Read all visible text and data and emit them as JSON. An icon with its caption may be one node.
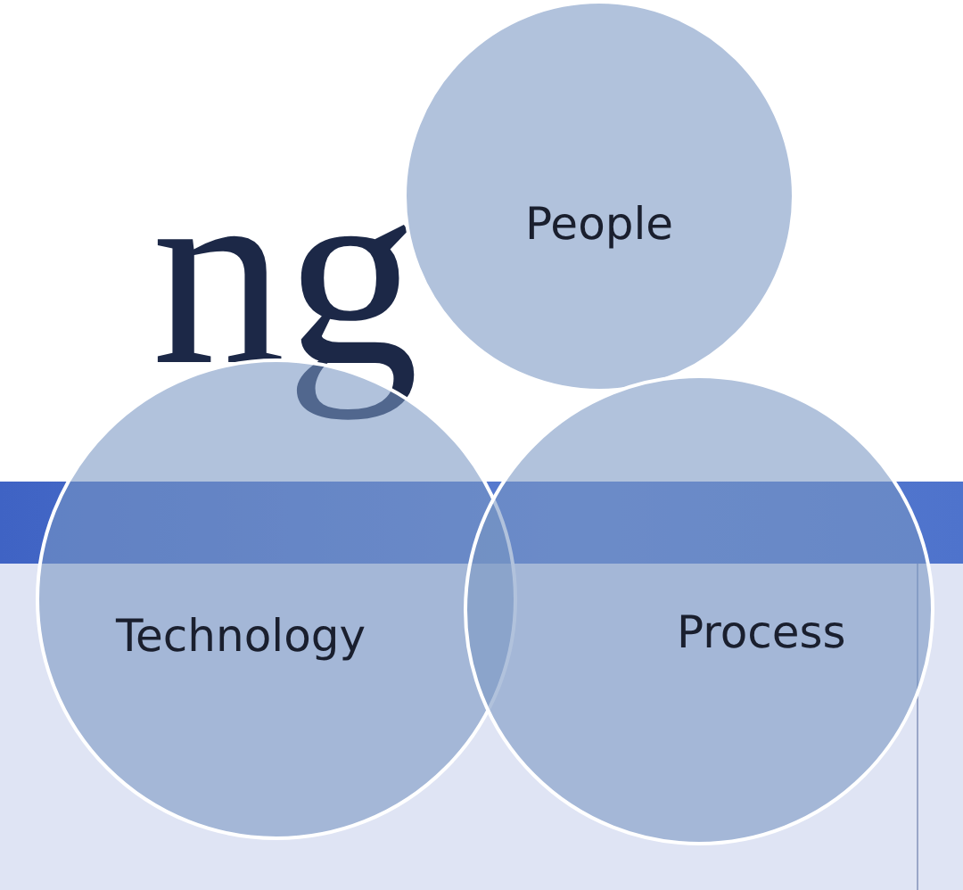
{
  "diagram": {
    "nodes": [
      {
        "text": [
          "People"
        ]
      },
      {
        "text": [
          "Technology"
        ]
      },
      {
        "text": [
          "Process"
        ]
      }
    ],
    "labels": [
      "ng"
    ]
  }
}
